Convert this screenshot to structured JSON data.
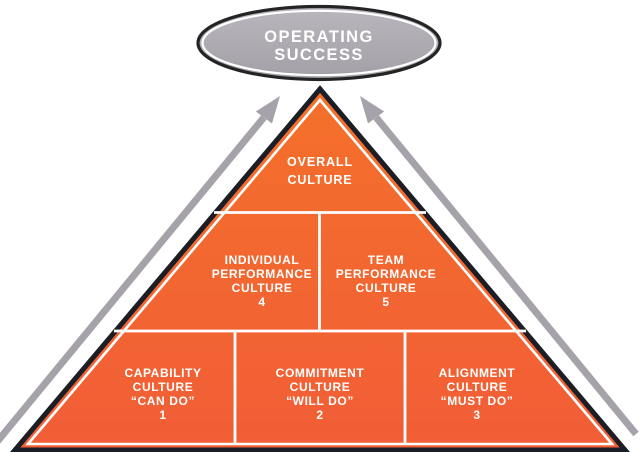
{
  "diagram": {
    "name": "culture-pyramid",
    "bubble": {
      "lines": [
        "OPERATING",
        "SUCCESS"
      ]
    },
    "tiers": [
      {
        "cells": [
          {
            "lines": [
              "OVERALL",
              "CULTURE"
            ]
          }
        ]
      },
      {
        "cells": [
          {
            "lines": [
              "INDIVIDUAL",
              "PERFORMANCE",
              "CULTURE",
              "4"
            ]
          },
          {
            "lines": [
              "TEAM",
              "PERFORMANCE",
              "CULTURE",
              "5"
            ]
          }
        ]
      },
      {
        "cells": [
          {
            "lines": [
              "CAPABILITY",
              "CULTURE",
              "“CAN DO”",
              "1"
            ]
          },
          {
            "lines": [
              "COMMITMENT",
              "CULTURE",
              "“WILL DO”",
              "2"
            ]
          },
          {
            "lines": [
              "ALIGNMENT",
              "CULTURE",
              "“MUST DO”",
              "3"
            ]
          }
        ]
      }
    ]
  },
  "colors": {
    "background": "#ffffff",
    "pyramid_orange_top": "#f4702a",
    "pyramid_orange_bottom": "#f15d37",
    "pyramid_outline": "#1b1e24",
    "divider_white": "#ffffff",
    "bubble_fill_top": "#bab6bd",
    "bubble_fill_bottom": "#a39fa7",
    "bubble_outline": "#242424",
    "bubble_inner_ring": "#ffffff",
    "arrow_gray": "#a6a2a9",
    "label_text": "#ffffff"
  }
}
